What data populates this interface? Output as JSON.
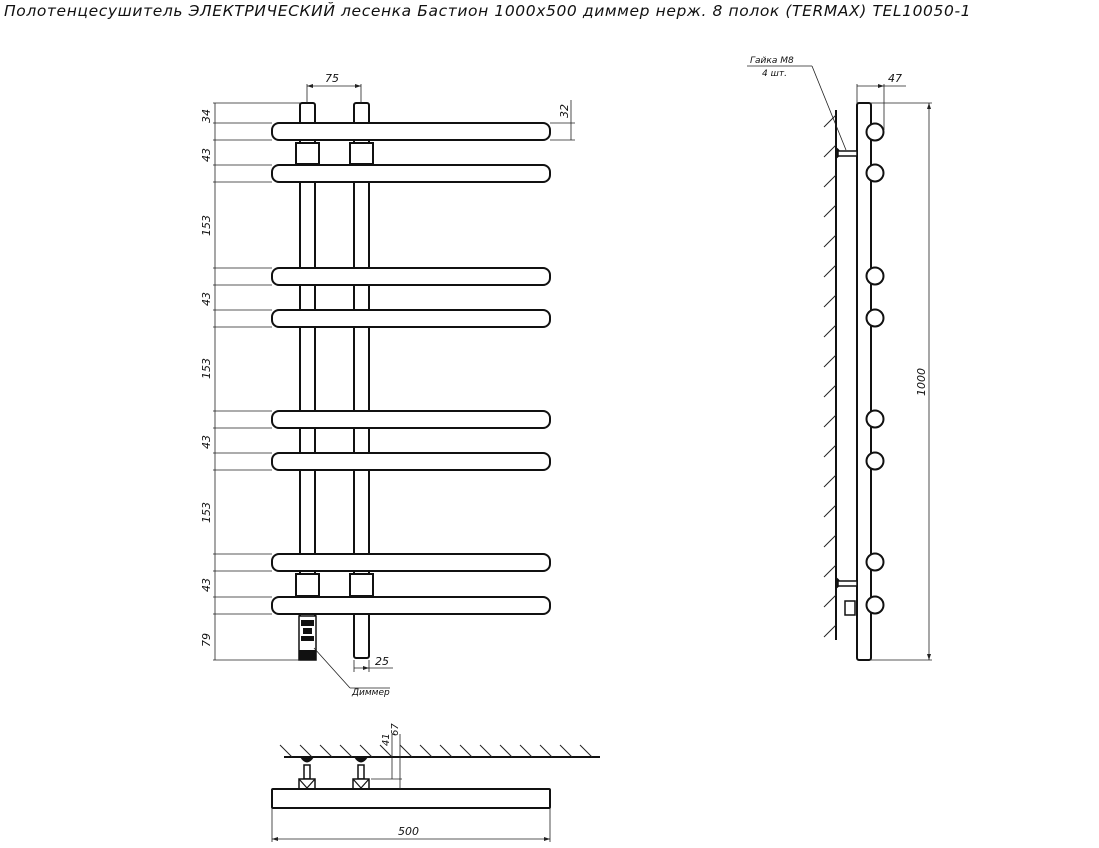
{
  "title": "Полотенцесушитель ЭЛЕКТРИЧЕСКИЙ лесенка Бастион 1000х500 диммер нерж. 8 полок (TERMAX) TEL10050-1",
  "front_view": {
    "dims": {
      "column_spacing": "75",
      "top_post": "34",
      "bar_diameter": "32",
      "gap_1": "43",
      "gap_2": "153",
      "gap_3": "43",
      "gap_4": "153",
      "gap_5": "43",
      "gap_6": "153",
      "gap_7": "43",
      "bottom_post": "79",
      "post_width": "25"
    },
    "dimmer_label": "Диммер"
  },
  "side_view": {
    "nut_label": "Гайка М8",
    "nut_qty": "4 шт.",
    "depth": "47",
    "height": "1000"
  },
  "top_view": {
    "dim_41": "41",
    "dim_67": "67",
    "width": "500"
  }
}
